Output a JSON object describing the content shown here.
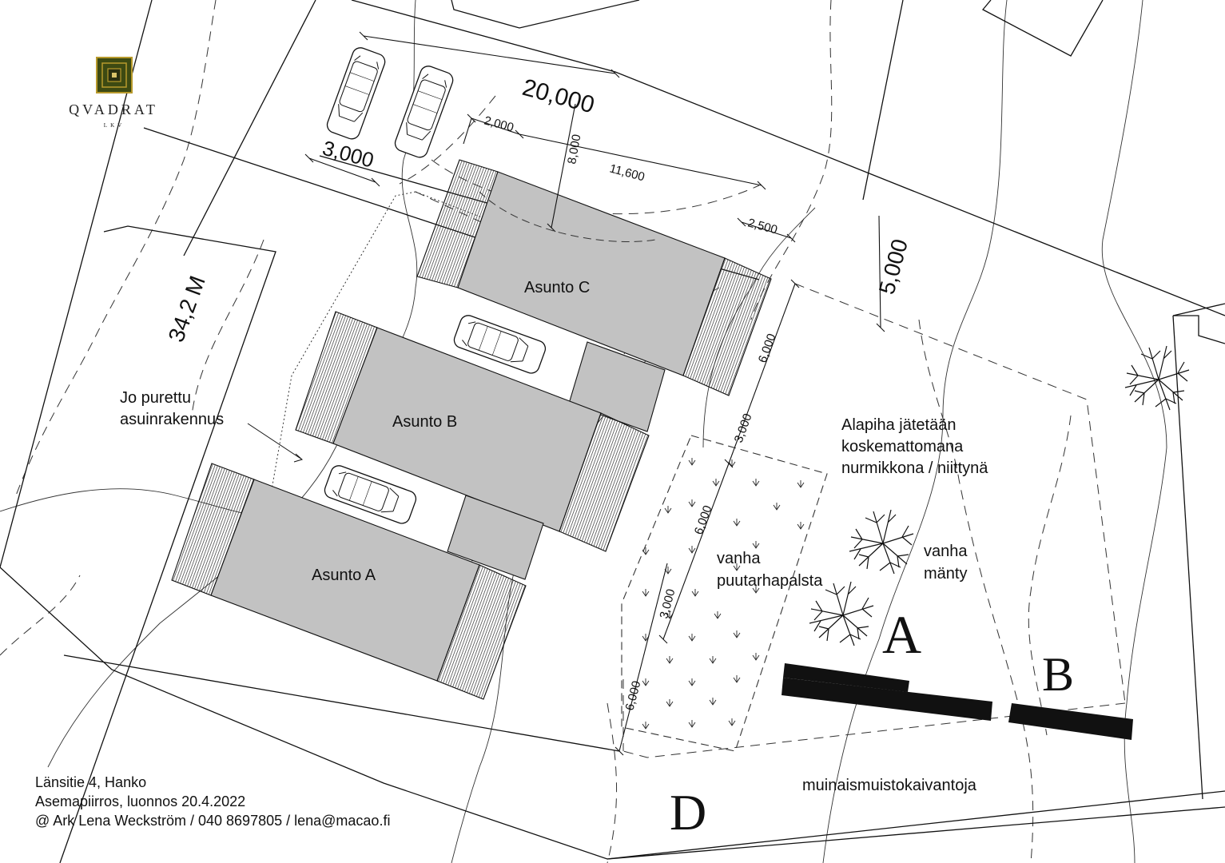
{
  "logo": {
    "name": "QVADRAT",
    "sub": "LKV"
  },
  "dimensions": {
    "d20000": "20,000",
    "d3000_top": "3,000",
    "d2000": "2,000",
    "d8000": "8,000",
    "d11600": "11,600",
    "d2500": "2,500",
    "d5000": "5,000",
    "d6000_right": "6,000",
    "d3000_mid": "3,000",
    "d6000_mid": "6,000",
    "d3000_low": "3,000",
    "d6000_low": "6,000",
    "d342m": "34,2 M"
  },
  "buildings": {
    "a": "Asunto A",
    "b": "Asunto B",
    "c": "Asunto C"
  },
  "notes": {
    "demolished_1": "Jo purettu",
    "demolished_2": "asuinrakennus",
    "yard_1": "Alapiha jätetään",
    "yard_2": "koskemattomana",
    "yard_3": "nurmikkona /  niittynä",
    "garden_1": "vanha",
    "garden_2": "puutarhapalsta",
    "pine_1": "vanha",
    "pine_2": "mänty",
    "ruins": "muinaismuistokaivantoja"
  },
  "zones": {
    "a": "A",
    "b": "B",
    "d": "D"
  },
  "footer": {
    "line1": "Länsitie 4, Hanko",
    "line2": "Asemapiirros, luonnos 20.4.2022",
    "line3": "@ Ark Lena Weckström / 040 8697805 / lena@macao.fi"
  },
  "colors": {
    "building": "#c2c2c2",
    "ink": "#111111",
    "logo_green": "#3d4a12",
    "logo_gold": "#b89a2c"
  }
}
